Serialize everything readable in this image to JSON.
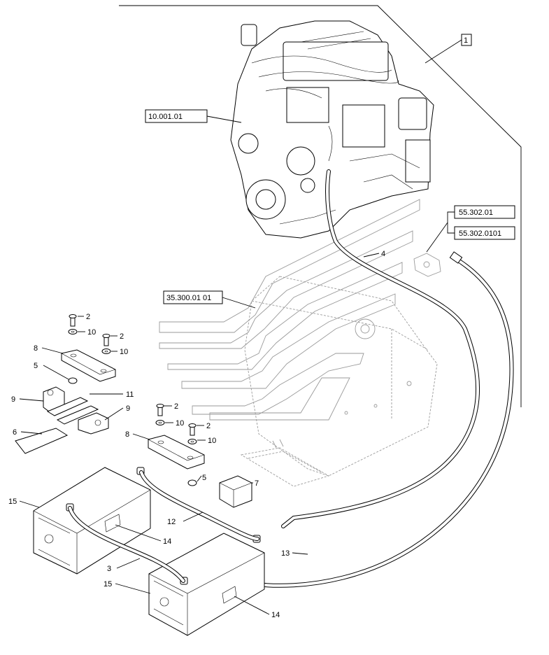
{
  "references": {
    "assembly": "1",
    "engine": "10.001.01",
    "battery_switch_a": "55.302.01",
    "battery_switch_b": "55.302.0101",
    "fuel_tank": "35.300.01 01"
  },
  "callouts": {
    "c1": "2",
    "c2": "10",
    "c3": "2",
    "c4": "10",
    "c5": "8",
    "c6": "5",
    "c7": "11",
    "c8": "9",
    "c9": "9",
    "c10": "6",
    "c11": "2",
    "c12": "10",
    "c13": "2",
    "c14": "10",
    "c15": "8",
    "c16": "5",
    "c17": "7",
    "c18": "4",
    "c19": "12",
    "c20": "15",
    "c21": "14",
    "c22": "3",
    "c23": "13",
    "c24": "15",
    "c25": "14"
  }
}
